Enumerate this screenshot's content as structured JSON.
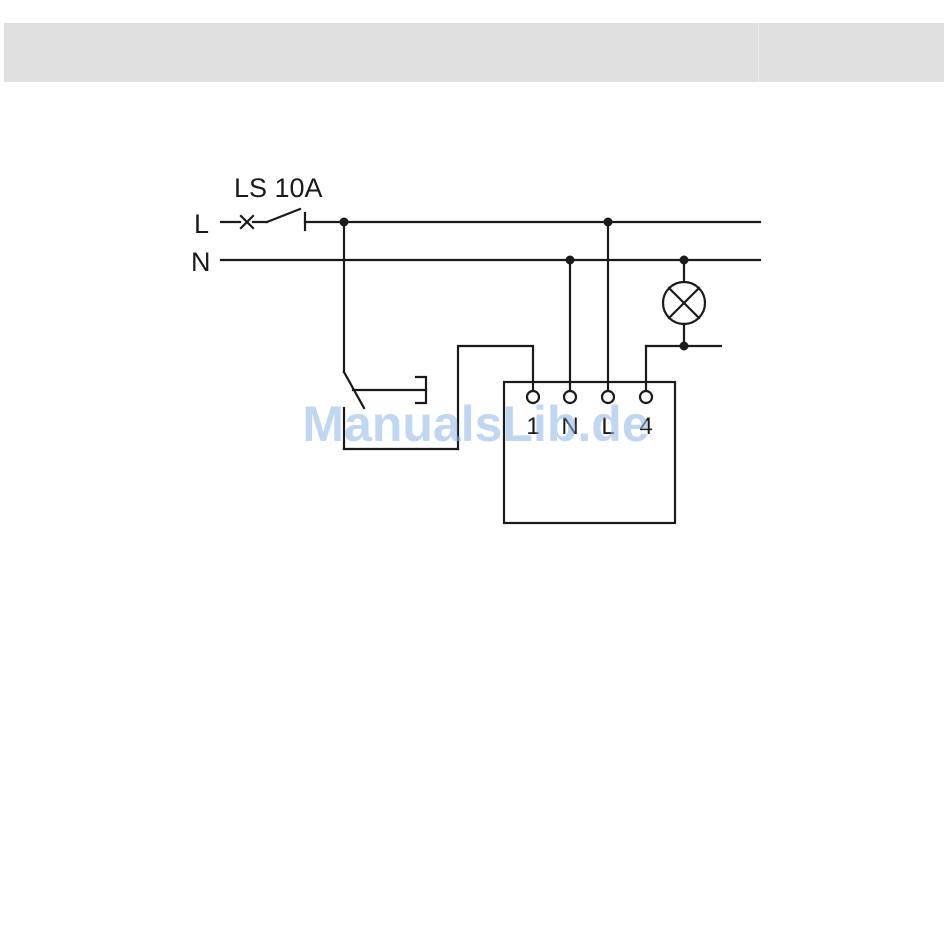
{
  "header": {},
  "diagram": {
    "breaker_label": "LS 10A",
    "line_label": "L",
    "neutral_label": "N",
    "terminals": [
      "1",
      "N",
      "L",
      "4"
    ],
    "watermark": "ManualsLib.de",
    "colors": {
      "wire": "#1a1a1a",
      "watermark": "#8fb6e6",
      "header": "#e0e0e0"
    }
  }
}
